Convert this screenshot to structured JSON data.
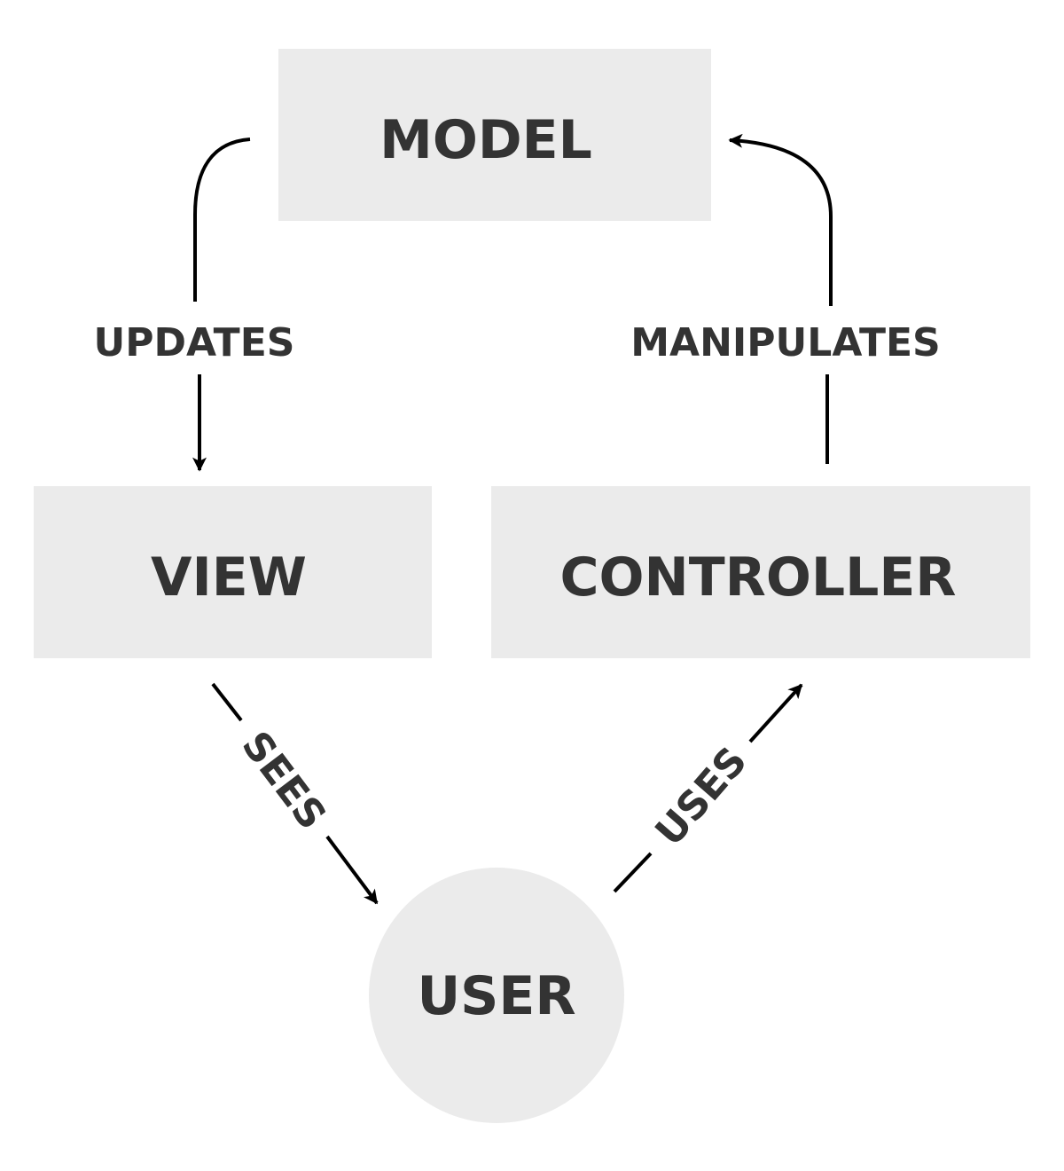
{
  "nodes": {
    "model": "MODEL",
    "view": "VIEW",
    "controller": "CONTROLLER",
    "user": "USER"
  },
  "edges": {
    "updates": "UPDATES",
    "manipulates": "MANIPULATES",
    "sees": "SEES",
    "uses": "USES"
  },
  "colors": {
    "node_fill": "#ebebeb",
    "text": "#333333",
    "arrow": "#000000",
    "background": "#ffffff"
  }
}
